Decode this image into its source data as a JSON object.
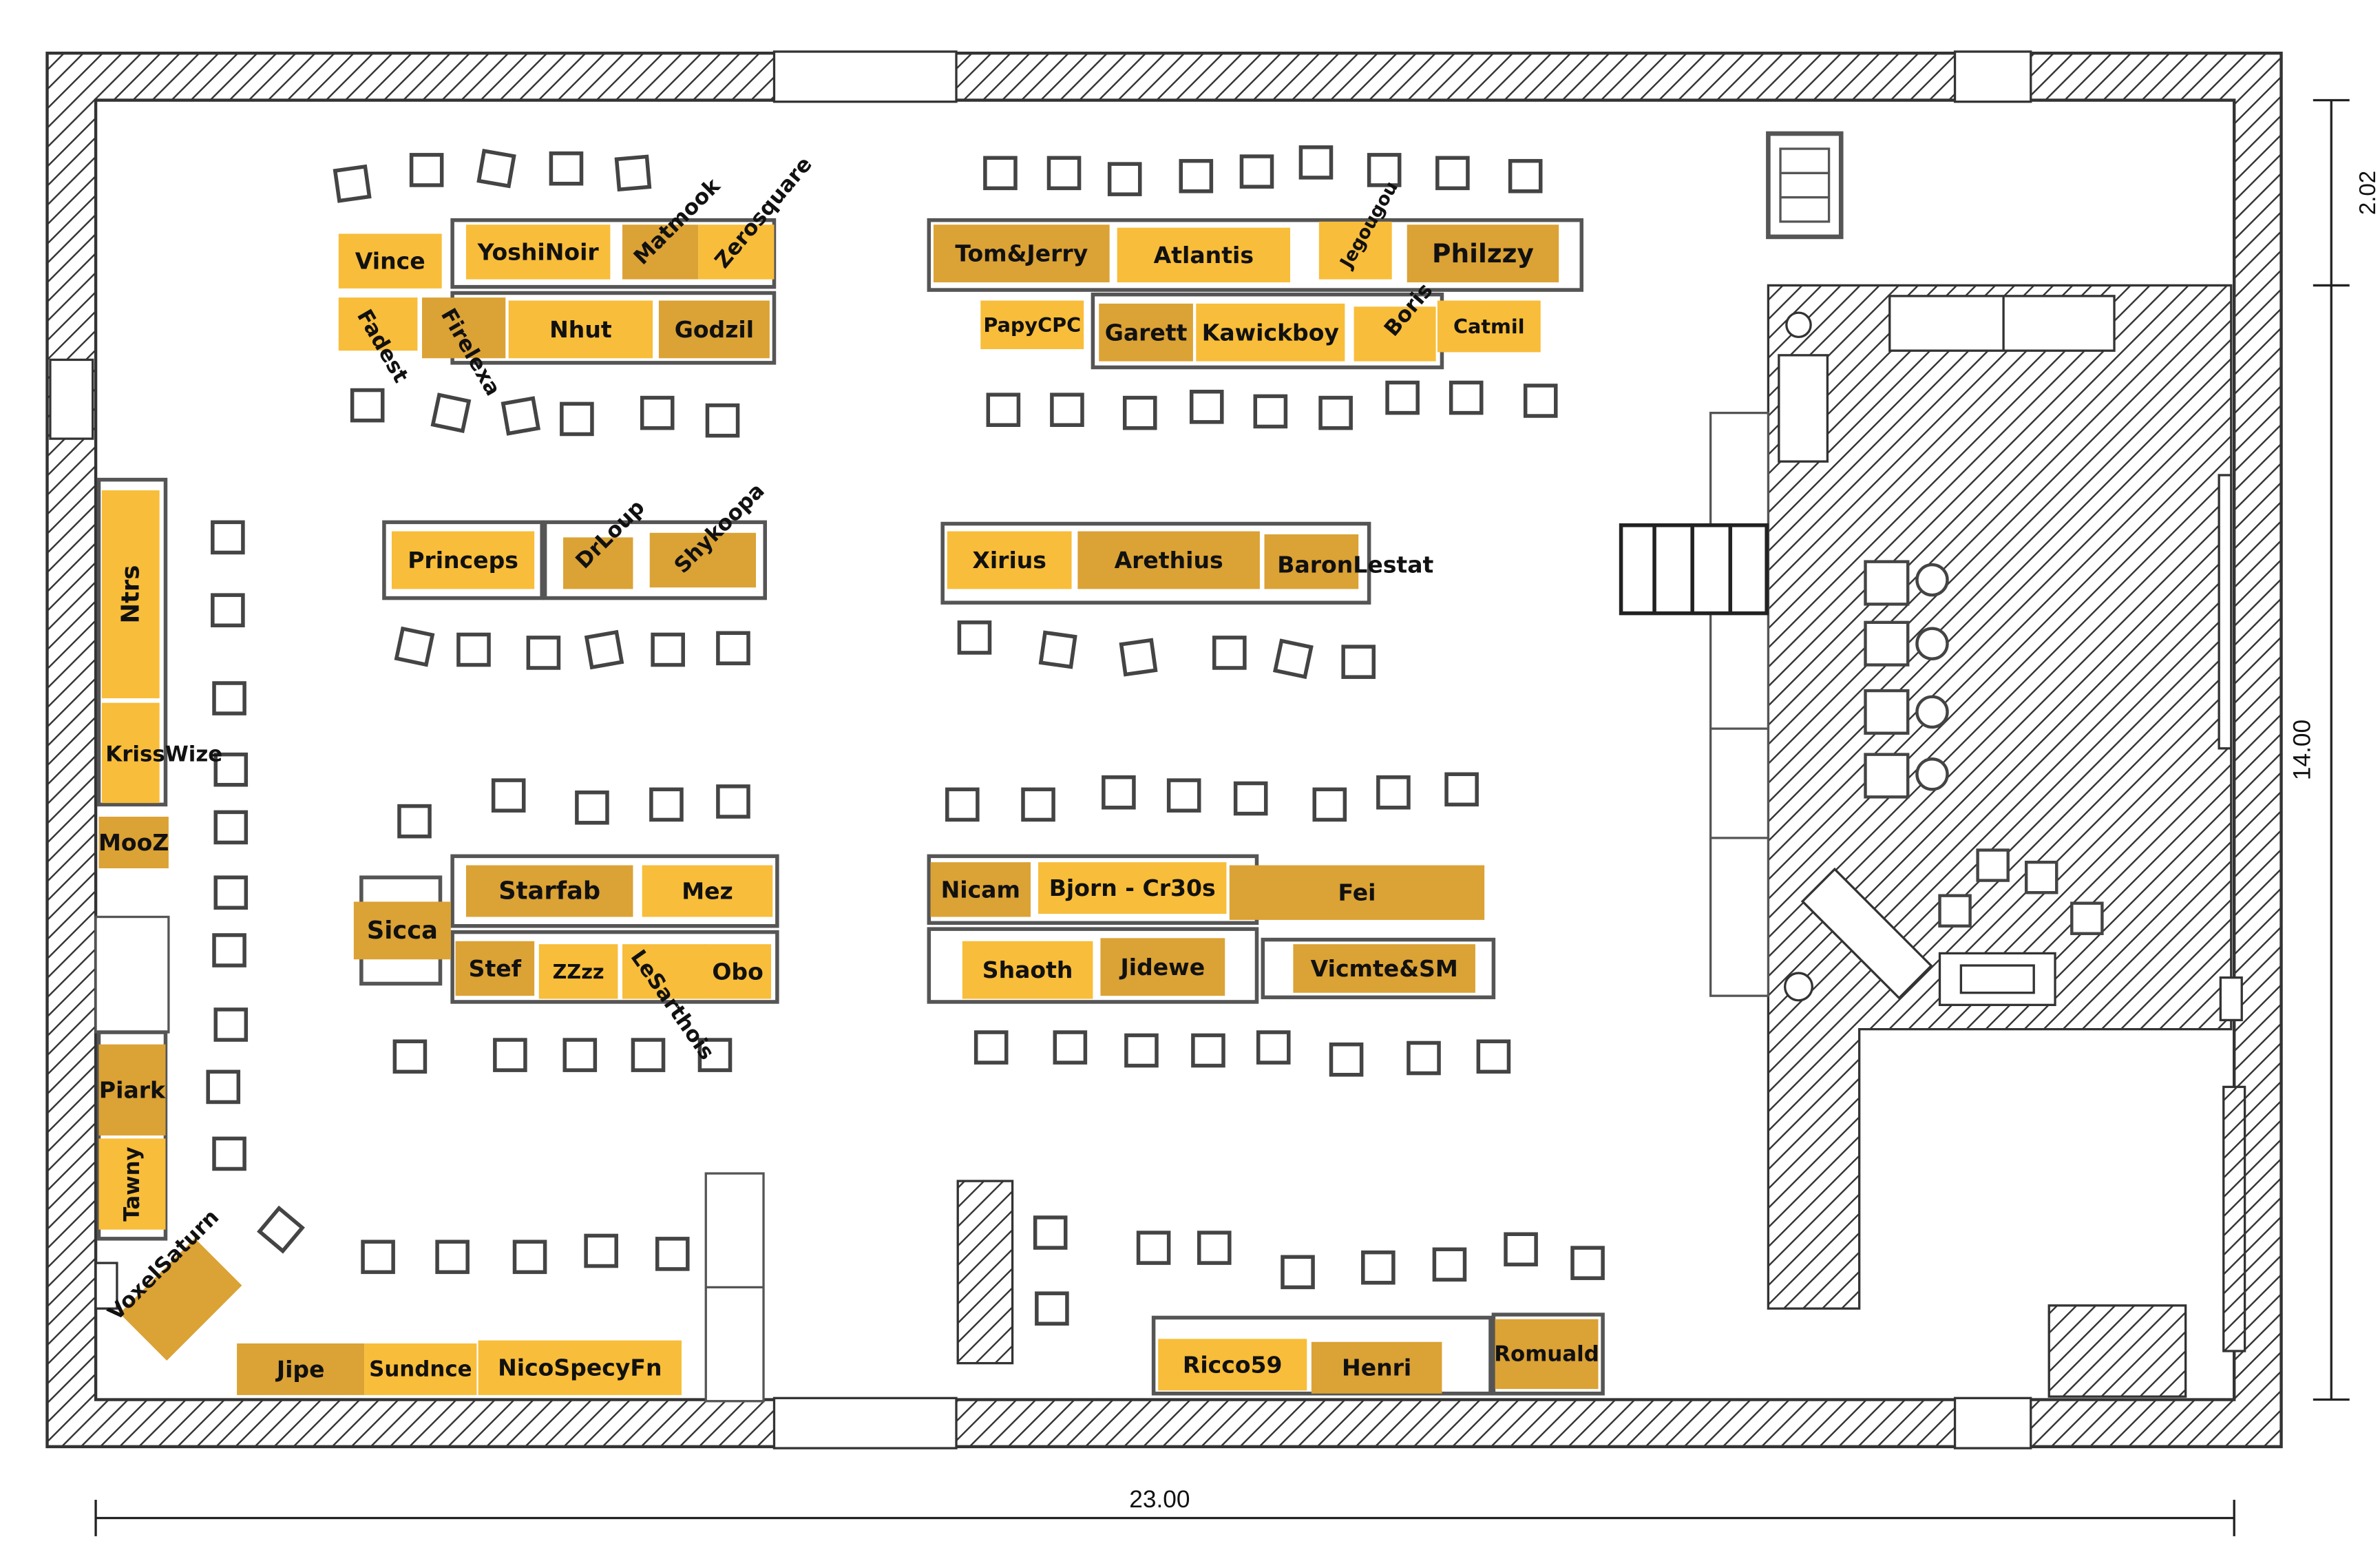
{
  "colors": {
    "tag_light": "#f8bd3a",
    "tag_dark": "#dba235",
    "wall_stroke": "#333333",
    "chair_stroke": "#444444",
    "table_stroke": "#555555"
  },
  "dimensions": {
    "width": "23.00",
    "height": "14.00",
    "upper": "2.02"
  },
  "participants": [
    {
      "id": "vince",
      "name": "Vince"
    },
    {
      "id": "yoshinoir",
      "name": "YoshiNoir"
    },
    {
      "id": "matmook",
      "name": "Matmook"
    },
    {
      "id": "zerosquare",
      "name": "Zerosquare"
    },
    {
      "id": "fadest",
      "name": "Fadest"
    },
    {
      "id": "firelexa",
      "name": "Firelexa"
    },
    {
      "id": "nhut",
      "name": "Nhut"
    },
    {
      "id": "godzil",
      "name": "Godzil"
    },
    {
      "id": "tomjerry",
      "name": "Tom&Jerry"
    },
    {
      "id": "atlantis",
      "name": "Atlantis"
    },
    {
      "id": "jegougou",
      "name": "Jegougou"
    },
    {
      "id": "philzzy",
      "name": "Philzzy"
    },
    {
      "id": "papycpc",
      "name": "PapyCPC"
    },
    {
      "id": "garett",
      "name": "Garett"
    },
    {
      "id": "kawickboy",
      "name": "Kawickboy"
    },
    {
      "id": "boris",
      "name": "Boris"
    },
    {
      "id": "catmil",
      "name": "Catmil"
    },
    {
      "id": "princeps",
      "name": "Princeps"
    },
    {
      "id": "drloup",
      "name": "DrLoup"
    },
    {
      "id": "shykoopa",
      "name": "Shykoopa"
    },
    {
      "id": "xirius",
      "name": "Xirius"
    },
    {
      "id": "arethius",
      "name": "Arethius"
    },
    {
      "id": "baronlestat",
      "name": "BaronLestat"
    },
    {
      "id": "ntrs",
      "name": "Ntrs"
    },
    {
      "id": "krisswize",
      "name": "KrissWize"
    },
    {
      "id": "mooz",
      "name": "MooZ"
    },
    {
      "id": "starfab",
      "name": "Starfab"
    },
    {
      "id": "mez",
      "name": "Mez"
    },
    {
      "id": "sicca",
      "name": "Sicca"
    },
    {
      "id": "stef",
      "name": "Stef"
    },
    {
      "id": "zzzz",
      "name": "ZZzz"
    },
    {
      "id": "lesarthois",
      "name": "LeSarthois"
    },
    {
      "id": "obo",
      "name": "Obo"
    },
    {
      "id": "nicam",
      "name": "Nicam"
    },
    {
      "id": "bjorn",
      "name": "Bjorn - Cr30s"
    },
    {
      "id": "fei",
      "name": "Fei"
    },
    {
      "id": "shaoth",
      "name": "Shaoth"
    },
    {
      "id": "jidewe",
      "name": "Jidewe"
    },
    {
      "id": "vicmte",
      "name": "Vicmte&SM"
    },
    {
      "id": "piark",
      "name": "Piark"
    },
    {
      "id": "tawny",
      "name": "Tawny"
    },
    {
      "id": "voxelsaturn",
      "name": "VoxelSaturn"
    },
    {
      "id": "jipe",
      "name": "Jipe"
    },
    {
      "id": "sundnce",
      "name": "Sundnce"
    },
    {
      "id": "nicospecyfn",
      "name": "NicoSpecyFn"
    },
    {
      "id": "ricco59",
      "name": "Ricco59"
    },
    {
      "id": "henri",
      "name": "Henri"
    },
    {
      "id": "romuald",
      "name": "Romuald"
    }
  ]
}
